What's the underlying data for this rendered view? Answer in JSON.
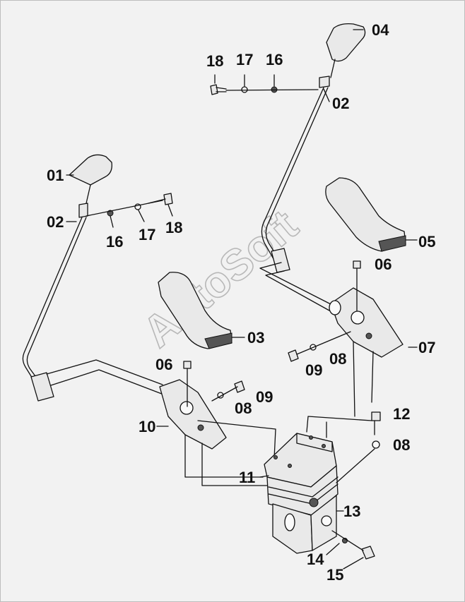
{
  "watermark": "AutoSoft",
  "callouts": {
    "c01": "01",
    "c02a": "02",
    "c02b": "02",
    "c03": "03",
    "c04": "04",
    "c05": "05",
    "c06a": "06",
    "c06b": "06",
    "c07": "07",
    "c08a": "08",
    "c08b": "08",
    "c08c": "08",
    "c09a": "09",
    "c09b": "09",
    "c10": "10",
    "c11": "11",
    "c12": "12",
    "c13": "13",
    "c14": "14",
    "c15": "15",
    "c16a": "16",
    "c16b": "16",
    "c17a": "17",
    "c17b": "17",
    "c18a": "18",
    "c18b": "18"
  }
}
